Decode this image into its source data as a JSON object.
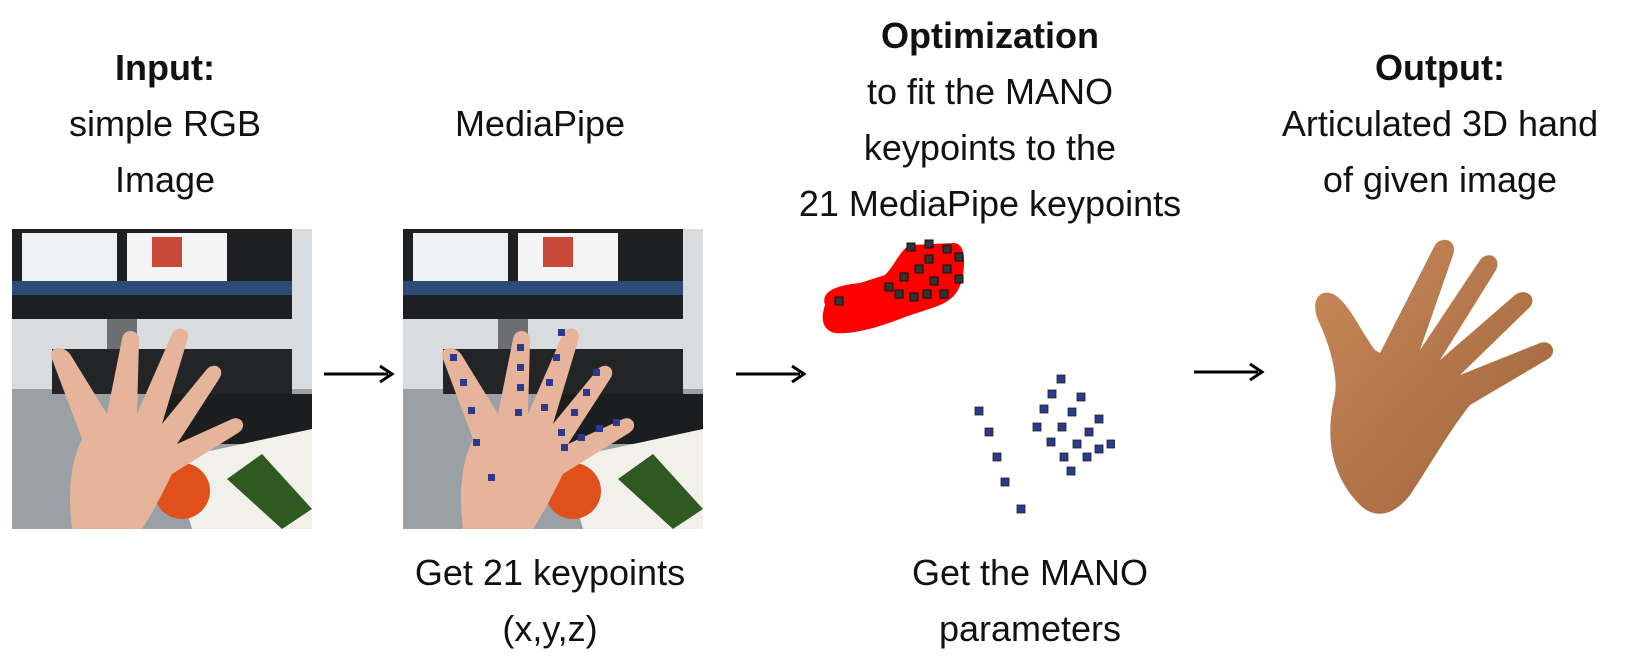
{
  "stage1": {
    "heading": "Input:",
    "lines": [
      "simple RGB",
      "Image"
    ]
  },
  "stage2": {
    "heading": "MediaPipe",
    "caption_lines": [
      "Get 21 keypoints",
      "(x,y,z)"
    ]
  },
  "stage3": {
    "heading": "Optimization",
    "lines": [
      "to fit the MANO",
      "keypoints to the",
      "21 MediaPipe keypoints"
    ],
    "caption_lines": [
      "Get the MANO",
      "parameters"
    ]
  },
  "stage4": {
    "heading": "Output:",
    "lines": [
      "Articulated 3D hand",
      "of given image"
    ]
  },
  "colors": {
    "keypoint": "#2b3a8f",
    "mesh_red": "#ff0000",
    "skin": "#b57a4f",
    "text": "#111111"
  }
}
